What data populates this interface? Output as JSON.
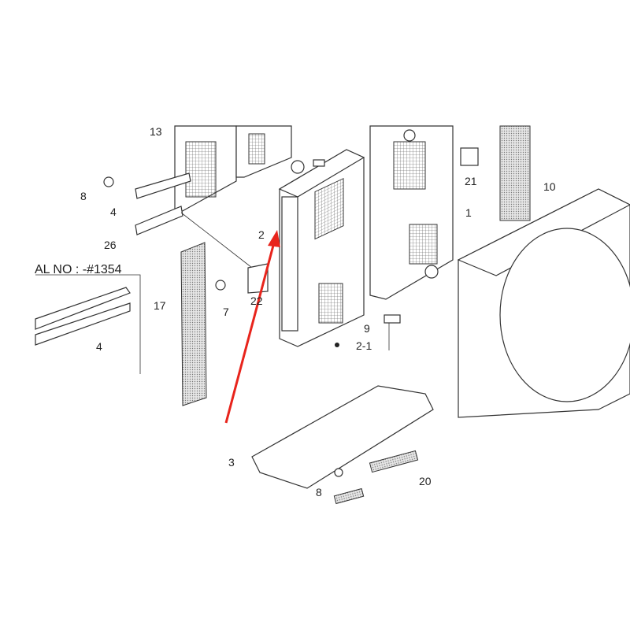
{
  "diagram": {
    "inset_title": "AL NO : -#1354",
    "arrow_color": "#e8241c",
    "callouts": {
      "p13": "13",
      "p8a": "8",
      "p4": "4",
      "p26": "26",
      "p2": "2",
      "p17": "17",
      "p7": "7",
      "p22": "22",
      "p21": "21",
      "p1": "1",
      "p10": "10",
      "p9": "9",
      "p2_1": "2-1",
      "p3": "3",
      "p8b": "8",
      "p20": "20",
      "inset4": "4"
    }
  }
}
